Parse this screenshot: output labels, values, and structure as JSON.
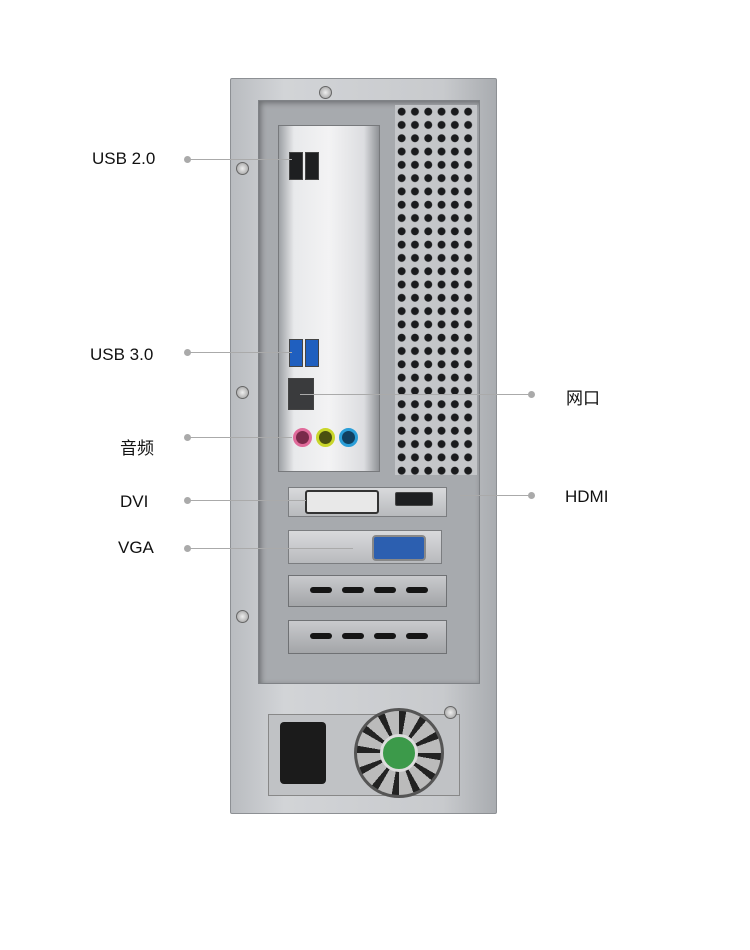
{
  "labels": {
    "usb2": "USB 2.0",
    "usb3": "USB 3.0",
    "audio": "音频",
    "dvi": "DVI",
    "vga": "VGA",
    "lan": "网口",
    "hdmi": "HDMI"
  },
  "colors": {
    "audio_pink": "#e06a9a",
    "audio_lime": "#c9d62a",
    "audio_blue": "#2a9ed8"
  }
}
